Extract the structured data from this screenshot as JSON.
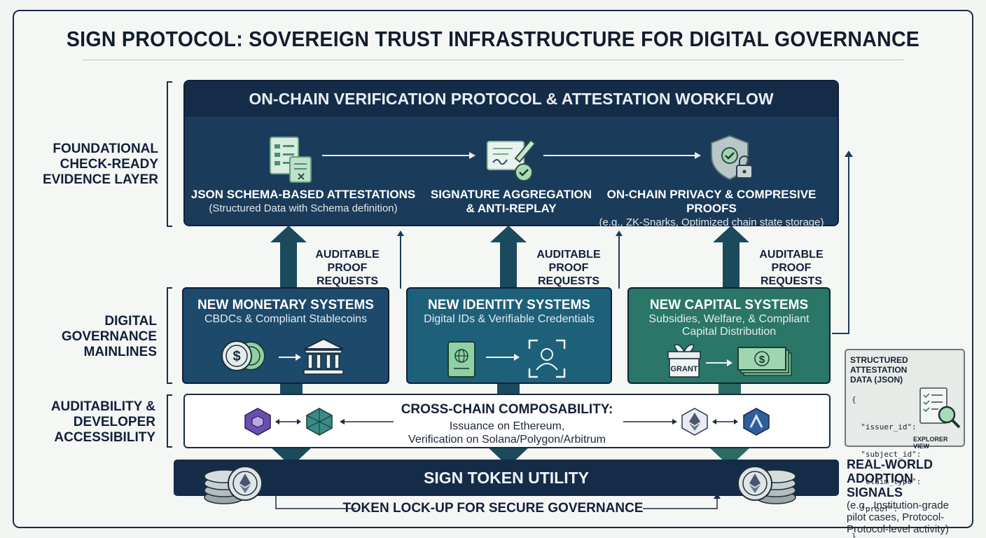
{
  "title": "SIGN PROTOCOL: SOVEREIGN TRUST INFRASTRUCTURE FOR DIGITAL GOVERNANCE",
  "side_labels": {
    "foundational": [
      "FOUNDATIONAL",
      "CHECK-READY",
      "EVIDENCE LAYER"
    ],
    "governance": [
      "DIGITAL",
      "GOVERNANCE",
      "MAINLINES"
    ],
    "auditability": [
      "AUDITABILITY &",
      "DEVELOPER",
      "ACCESSIBILITY"
    ]
  },
  "top_panel": {
    "header": "ON-CHAIN VERIFICATION PROTOCOL & ATTESTATION WORKFLOW",
    "steps": [
      {
        "title": "JSON SCHEMA-BASED ATTESTATIONS",
        "subtitle": "(Structured Data with Schema definition)",
        "icon": "document-list-icon"
      },
      {
        "title": "SIGNATURE AGGREGATION",
        "title2": "& ANTI-REPLAY",
        "icon": "signed-certificate-icon"
      },
      {
        "title": "ON-CHAIN PRIVACY & COMPRESIVE PROOFS",
        "subtitle": "(e.g., ZK-Snarks, Optimized chain state storage)",
        "icon": "shield-lock-icon"
      }
    ]
  },
  "audit_label": [
    "AUDITABLE",
    "PROOF REQUESTS"
  ],
  "systems": [
    {
      "title": "NEW MONETARY SYSTEMS",
      "subtitle": [
        "CBDCs & Compliant Stablecoins"
      ],
      "color": "#1d4a6b",
      "icons": [
        "coins-icon",
        "bank-icon"
      ]
    },
    {
      "title": "NEW IDENTITY SYSTEMS",
      "subtitle": [
        "Digital IDs & Verifiable Credentials"
      ],
      "color": "#1e6079",
      "icons": [
        "passport-icon",
        "face-scan-icon"
      ]
    },
    {
      "title": "NEW CAPITAL SYSTEMS",
      "subtitle": [
        "Subsidies, Welfare, & Compliant",
        "Capital Distribution"
      ],
      "color": "#2a7667",
      "icons": [
        "gift-icon",
        "cash-icon"
      ],
      "grant_label": "GRANT"
    }
  ],
  "cross_chain": {
    "title": "CROSS-CHAIN COMPOSABILITY:",
    "line1": "Issuance on Ethereum,",
    "line2": "Verification on Solana/Polygon/Arbitrum"
  },
  "token_bar": "SIGN TOKEN UTILITY",
  "lockup": "TOKEN LOCK-UP FOR SECURE GOVERNANCE",
  "json_box": {
    "title": [
      "STRUCTURED ATTESTATION",
      "DATA (JSON)"
    ],
    "code": [
      "{",
      "  \"issuer_id\":",
      "  \"subject_id\":",
      "  \"claim_type\":",
      "  \"proof\":",
      "}"
    ],
    "explorer": "EXPLORER VIEW"
  },
  "real_world": {
    "title": [
      "REAL-WORLD",
      "ADOPTION SIGNALS"
    ],
    "lines": [
      "(e.g., Institution-grade",
      "pilot cases, Protocol-",
      "Protocol-level activity)"
    ]
  },
  "colors": {
    "navy": "#142c48",
    "panel": "#1b3b5a",
    "arrow": "#1a4a5c",
    "monetary": "#1d4a6b",
    "identity": "#1e6079",
    "capital": "#2a7667",
    "mint": "#9ed6b0"
  }
}
